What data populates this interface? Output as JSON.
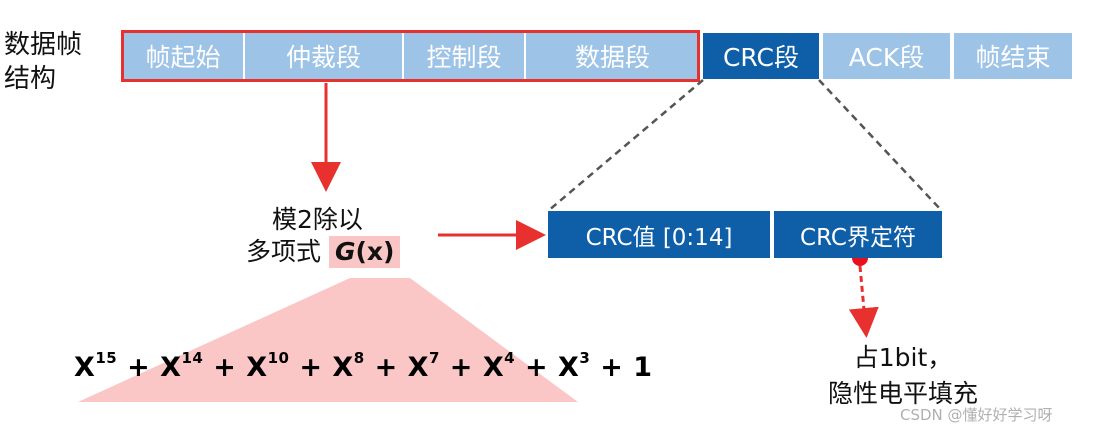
{
  "title": {
    "line1": "数据帧",
    "line2": "结构"
  },
  "frame_segments": [
    {
      "label": "帧起始"
    },
    {
      "label": "仲裁段"
    },
    {
      "label": "控制段"
    },
    {
      "label": "数据段"
    },
    {
      "label": "CRC段"
    },
    {
      "label": "ACK段"
    },
    {
      "label": "帧结束"
    }
  ],
  "crc_breakdown": [
    {
      "label": "CRC值 [0:14]"
    },
    {
      "label": "CRC界定符"
    }
  ],
  "generator": {
    "line1": "模2除以",
    "line2_prefix": "多项式",
    "g_letter": "G",
    "g_arg": "(x)"
  },
  "polynomial": {
    "terms": [
      {
        "base": "X",
        "exp": "15"
      },
      {
        "base": "X",
        "exp": "14"
      },
      {
        "base": "X",
        "exp": "10"
      },
      {
        "base": "X",
        "exp": "8"
      },
      {
        "base": "X",
        "exp": "7"
      },
      {
        "base": "X",
        "exp": "4"
      },
      {
        "base": "X",
        "exp": "3"
      }
    ],
    "constant": "1"
  },
  "delimiter_note": {
    "line1": "占1bit，",
    "line2": "隐性电平填充"
  },
  "watermark": "CSDN @懂好好学习呀",
  "colors": {
    "light_segment": "#9dc3e6",
    "dark_segment": "#0e5fa8",
    "highlight": "#e8312f",
    "poly_fill": "#f9c5c5"
  }
}
